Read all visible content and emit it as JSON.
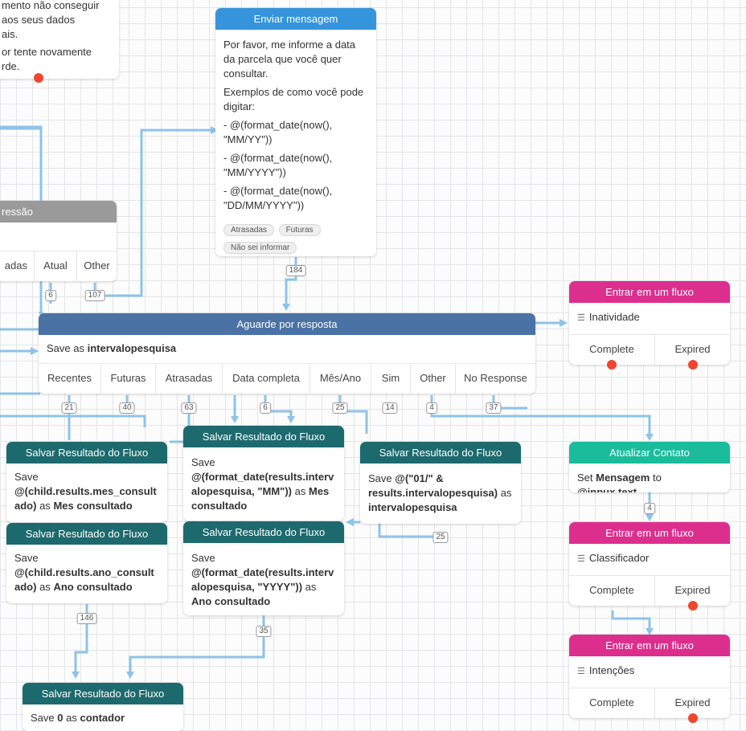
{
  "counters": [
    "6",
    "107",
    "184",
    "21",
    "40",
    "63",
    "6",
    "25",
    "14",
    "4",
    "37",
    "4",
    "25",
    "146",
    "35"
  ],
  "top_left_text": {
    "line1": "mento não conseguir",
    "line2": "aos seus dados",
    "line3": "ais.",
    "line4": "or tente novamente",
    "line5": "rde."
  },
  "enviar": {
    "title": "Enviar mensagem",
    "p1": "Por favor, me informe a data da parcela que você quer consultar.",
    "p2": "Exemplos de como você pode digitar:",
    "p3": "- @(format_date(now(), \"MM/YY\"))",
    "p4": "- @(format_date(now(), \"MM/YYYY\"))",
    "p5": "- @(format_date(now(), \"DD/MM/YYYY\"))",
    "replies": [
      "Atrasadas",
      "Futuras",
      "Não sei informar"
    ]
  },
  "expressao": {
    "title": "ressão",
    "exits": [
      "adas",
      "Atual",
      "Other"
    ]
  },
  "aguarde": {
    "title": "Aguarde por resposta",
    "save_prefix": "Save as",
    "save_var": "intervalopesquisa",
    "exits": [
      "Recentes",
      "Futuras",
      "Atrasadas",
      "Data completa",
      "Mês/Ano",
      "Sim",
      "Other",
      "No Response"
    ]
  },
  "fluxo1": {
    "title": "Entrar em um fluxo",
    "flow": "Inatividade",
    "exits": [
      "Complete",
      "Expired"
    ]
  },
  "fluxo2": {
    "title": "Entrar em um fluxo",
    "flow": "Classificador",
    "exits": [
      "Complete",
      "Expired"
    ]
  },
  "fluxo3": {
    "title": "Entrar em um fluxo",
    "flow": "Intenções",
    "exits": [
      "Complete",
      "Expired"
    ]
  },
  "atualizar": {
    "title": "Atualizar Contato",
    "set": "Set",
    "field": "Mensagem",
    "to": "to",
    "value": "@inpux.text",
    "dot": "."
  },
  "salvar_mes": {
    "title": "Salvar Resultado do Fluxo",
    "save": "Save",
    "expr": "@(child.results.mes_consultado)",
    "as": "as",
    "name": "Mes consultado"
  },
  "salvar_ano": {
    "title": "Salvar Resultado do Fluxo",
    "save": "Save",
    "expr": "@(child.results.ano_consultado)",
    "as": "as",
    "name": "Ano consultado"
  },
  "salvar_fmt_mm": {
    "title": "Salvar Resultado do Fluxo",
    "save": "Save",
    "expr": "@(format_date(results.intervalopesquisa, \"MM\"))",
    "as": "as",
    "name": "Mes consultado"
  },
  "salvar_fmt_yyyy": {
    "title": "Salvar Resultado do Fluxo",
    "save": "Save",
    "expr": "@(format_date(results.intervalopesquisa, \"YYYY\"))",
    "as": "as",
    "name": "Ano consultado"
  },
  "salvar_01": {
    "title": "Salvar Resultado do Fluxo",
    "save": "Save",
    "expr": "@(\"01/\" & results.intervalopesquisa)",
    "as": "as",
    "name": "intervalopesquisa"
  },
  "salvar_contador": {
    "title": "Salvar Resultado do Fluxo",
    "save": "Save",
    "expr": "0",
    "as": "as",
    "name": "contador"
  },
  "colors": {
    "wire": "#8ec3e8",
    "dot": "#f0462d",
    "send": "#3594dc",
    "wait": "#4a72a4",
    "save": "#1d6a6e",
    "subflow": "#dc2f8d",
    "contact": "#1abc9c"
  }
}
